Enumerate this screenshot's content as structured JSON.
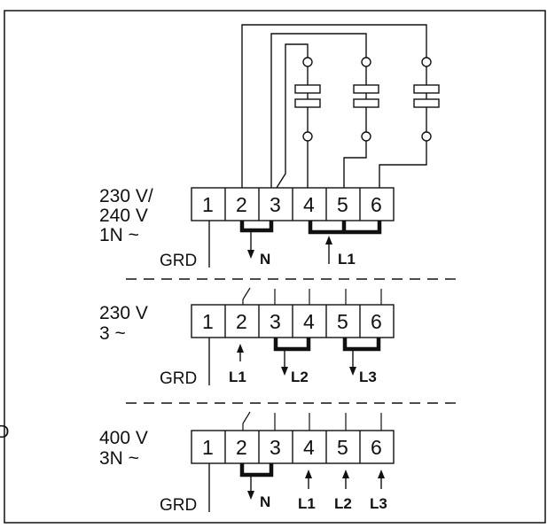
{
  "terminal_labels": [
    "1",
    "2",
    "3",
    "4",
    "5",
    "6"
  ],
  "ground_label": "GRD",
  "sections": [
    {
      "voltage_lines": [
        "230 V/",
        "240 V",
        "1N ~"
      ],
      "supply_labels": [
        "N",
        "L1"
      ]
    },
    {
      "voltage_lines": [
        "230 V",
        "3 ~"
      ],
      "supply_labels": [
        "L1",
        "L2",
        "L3"
      ]
    },
    {
      "voltage_lines": [
        "400 V",
        "3N ~"
      ],
      "supply_labels": [
        "N",
        "L1",
        "L2",
        "L3"
      ]
    }
  ],
  "edge_glyph": "D",
  "colors": {
    "ink": "#111111",
    "background": "#ffffff"
  }
}
